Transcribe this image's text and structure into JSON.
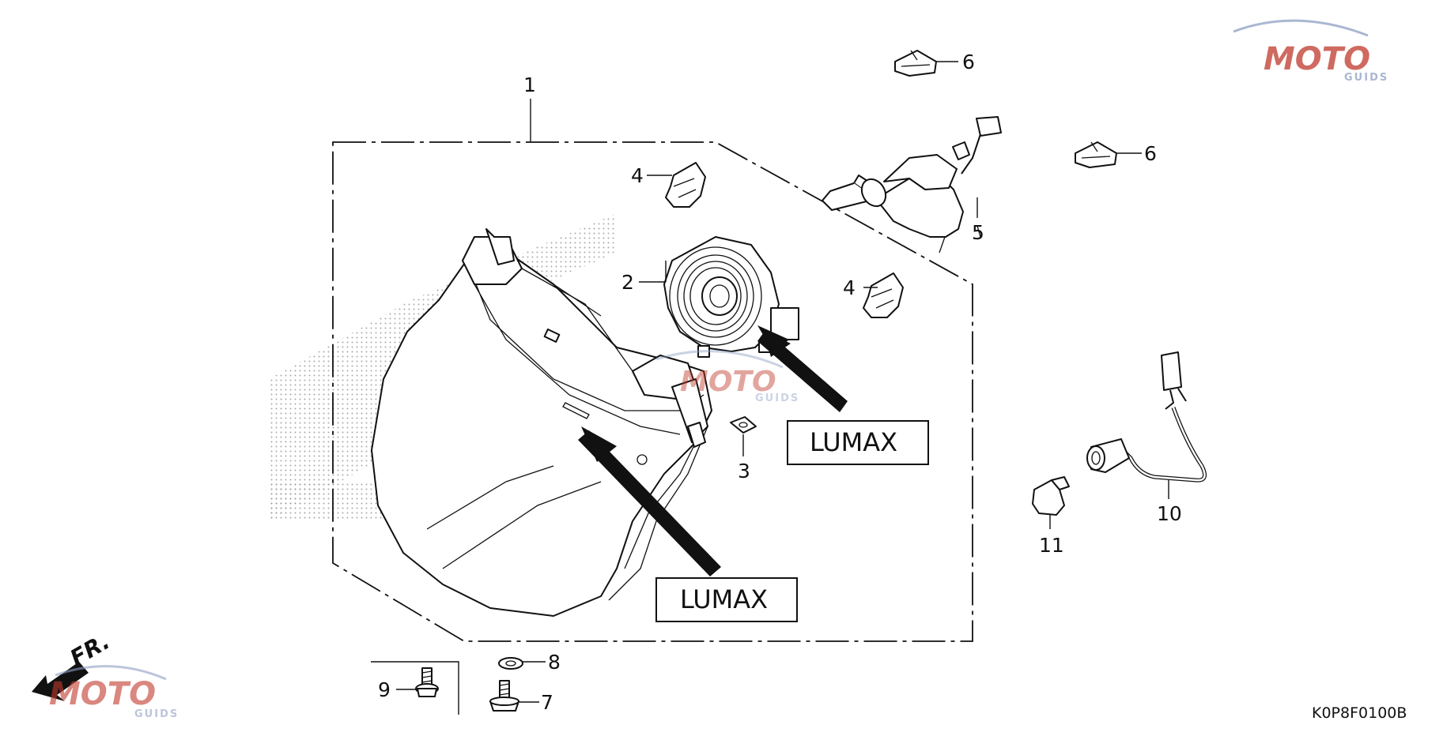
{
  "diagram": {
    "diagram_code": "K0P8F0100B",
    "direction_label": "FR.",
    "watermark": {
      "text": "MOTO",
      "subtext": "GUIDS",
      "color": "#c0392b",
      "accent_color": "#8e9fc4"
    },
    "callouts": {
      "c1": "1",
      "c2": "2",
      "c3": "3",
      "c4a": "4",
      "c4b": "4",
      "c5": "5",
      "c6a": "6",
      "c6b": "6",
      "c7": "7",
      "c8": "8",
      "c9": "9",
      "c10": "10",
      "c11": "11"
    },
    "labels": {
      "lumax_upper": "LUMAX",
      "lumax_lower": "LUMAX"
    },
    "parts": [
      {
        "ref": "1",
        "name": "headlight-assembly-icon"
      },
      {
        "ref": "2",
        "name": "bulb-socket-cover-icon"
      },
      {
        "ref": "3",
        "name": "nut-icon"
      },
      {
        "ref": "4",
        "name": "clip-icon"
      },
      {
        "ref": "5",
        "name": "headlight-bulb-icon"
      },
      {
        "ref": "6",
        "name": "clip-nut-icon"
      },
      {
        "ref": "7",
        "name": "screw-icon"
      },
      {
        "ref": "8",
        "name": "washer-icon"
      },
      {
        "ref": "9",
        "name": "bolt-icon"
      },
      {
        "ref": "10",
        "name": "socket-harness-icon"
      },
      {
        "ref": "11",
        "name": "wedge-bulb-icon"
      }
    ]
  }
}
